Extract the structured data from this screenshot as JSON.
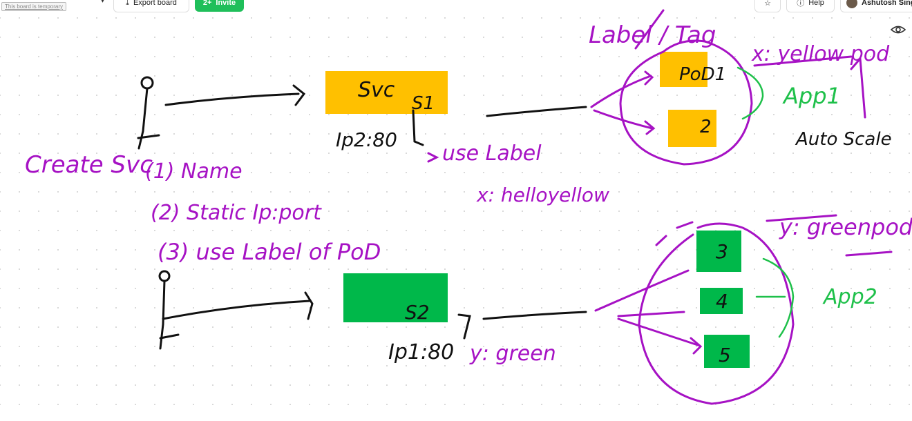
{
  "topbar": {
    "board_notice": "This board is temporary",
    "export_label": "Export board",
    "invite_label": "Invite",
    "help_label": "Help",
    "user_name": "Ashutosh Singh"
  },
  "icons": {
    "export": "download-icon",
    "invite": "add-user-icon",
    "star": "star-icon",
    "help": "info-icon",
    "visibility": "eye-icon"
  },
  "colors": {
    "ink_purple": "#a612c4",
    "ink_black": "#111111",
    "ink_green": "#1ec04a",
    "box_yellow": "#ffc000",
    "box_green": "#00b84a",
    "invite_green": "#1fbf5a"
  },
  "sketch": {
    "label_tag": "Label / Tag",
    "svc_box_text": "Svc",
    "s1": "S1",
    "ip_s1": "Ip2:80",
    "use_label": "use Label",
    "x_helloyellow": "x: helloyellow",
    "pod1": "PoD1",
    "pod2": "2",
    "x_yellowpod": "x: yellow pod",
    "app1": "App1",
    "auto_scale": "Auto Scale",
    "create_svc": "Create Svc",
    "step1": "(1) Name",
    "step2": "(2) Static Ip:port",
    "step3": "(3) use Label of PoD",
    "s2": "S2",
    "ip_s2": "Ip1:80",
    "y_green": "y: green",
    "pod3": "3",
    "pod4": "4",
    "pod5": "5",
    "y_greenpod": "y: greenpod",
    "app2": "App2"
  }
}
